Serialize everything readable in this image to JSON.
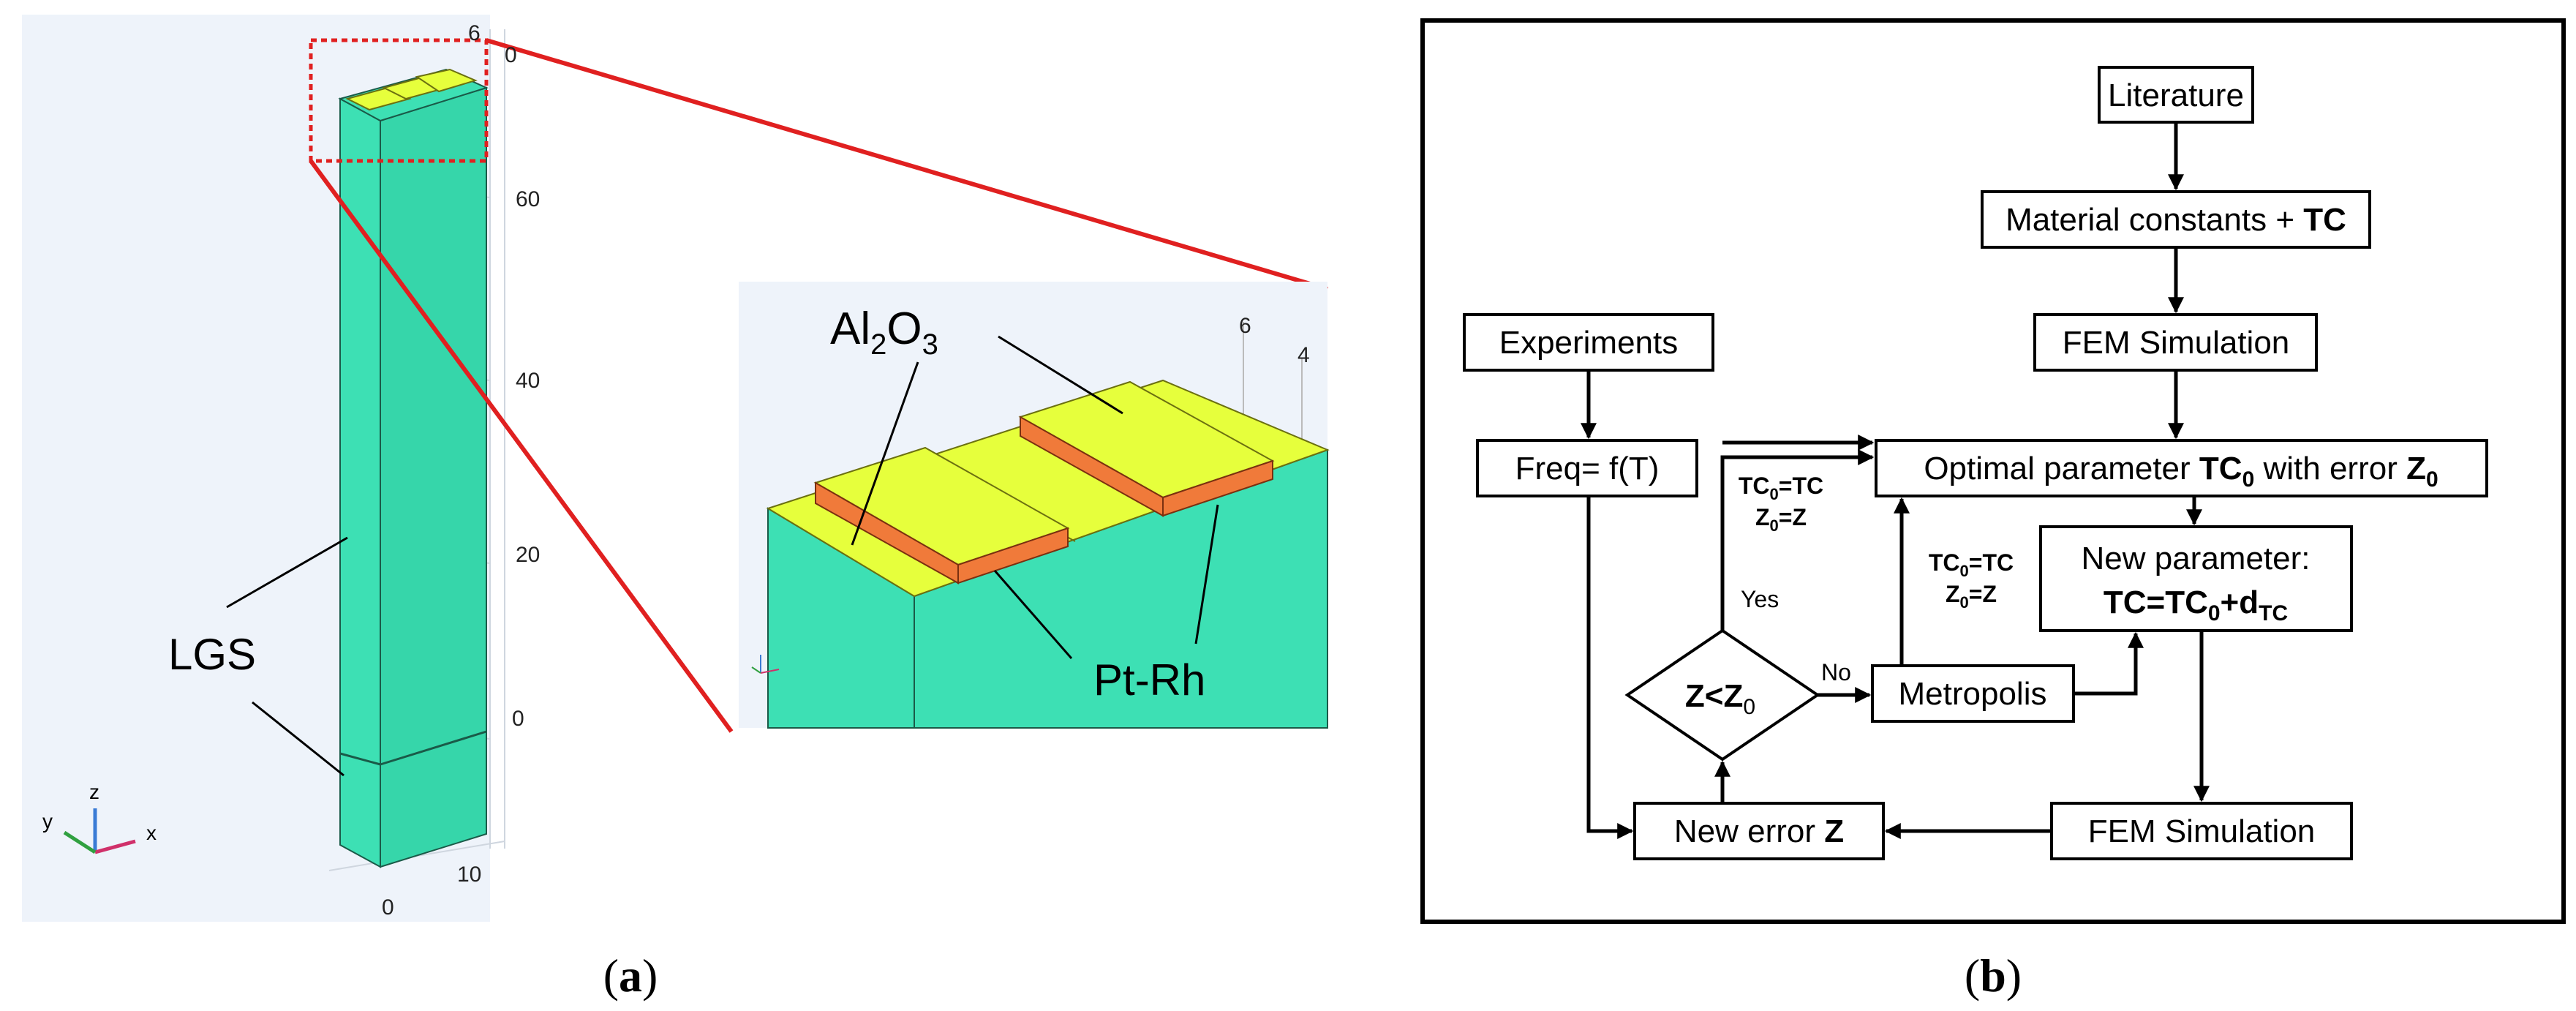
{
  "panel_a": {
    "ticks_vertical": [
      "6",
      "0",
      "60",
      "40",
      "20",
      "0"
    ],
    "ticks_bottom": [
      "0",
      "10"
    ],
    "label_lgs": "LGS",
    "label_al2o3_main": "Al",
    "label_al2o3_sub1": "2",
    "label_al2o3_mid": "O",
    "label_al2o3_sub2": "3",
    "label_ptrh": "Pt-Rh",
    "inset_ticks": [
      "6",
      "4"
    ],
    "axis_x": "x",
    "axis_y": "y",
    "axis_z": "z",
    "caption_open": "(",
    "caption_letter": "a",
    "caption_close": ")",
    "colors": {
      "substrate": "#3de0b4",
      "film": "#e6ff3c",
      "electrode": "#f07a3a",
      "zoom": "#e02020",
      "bg": "#eef3fa"
    }
  },
  "panel_b": {
    "literature": "Literature",
    "material_constants_pre": "Material constants + ",
    "material_constants_bold": "TC",
    "fem_simulation_top": "FEM Simulation",
    "experiments": "Experiments",
    "freq": "Freq= f(T)",
    "optimal_pre": "Optimal parameter ",
    "optimal_tc": "TC",
    "optimal_tc_sub": "0",
    "optimal_mid": " with error ",
    "optimal_z": "Z",
    "optimal_z_sub": "0",
    "new_param_line1": "New parameter:",
    "new_param_tc": "TC=TC",
    "new_param_sub0": "0",
    "new_param_plus": "+d",
    "new_param_subtc": "TC",
    "metropolis": "Metropolis",
    "fem_simulation_bottom": "FEM Simulation",
    "new_error_pre": "New error ",
    "new_error_bold": "Z",
    "decision_z": "Z<Z",
    "decision_sub": "0",
    "yes": "Yes",
    "no": "No",
    "assign_tc": "TC",
    "assign_tc_sub": "0",
    "assign_tc_rest": "=TC",
    "assign_z": "Z",
    "assign_z_sub": "0",
    "assign_z_rest": "=Z",
    "caption_open": "(",
    "caption_letter": "b",
    "caption_close": ")"
  }
}
